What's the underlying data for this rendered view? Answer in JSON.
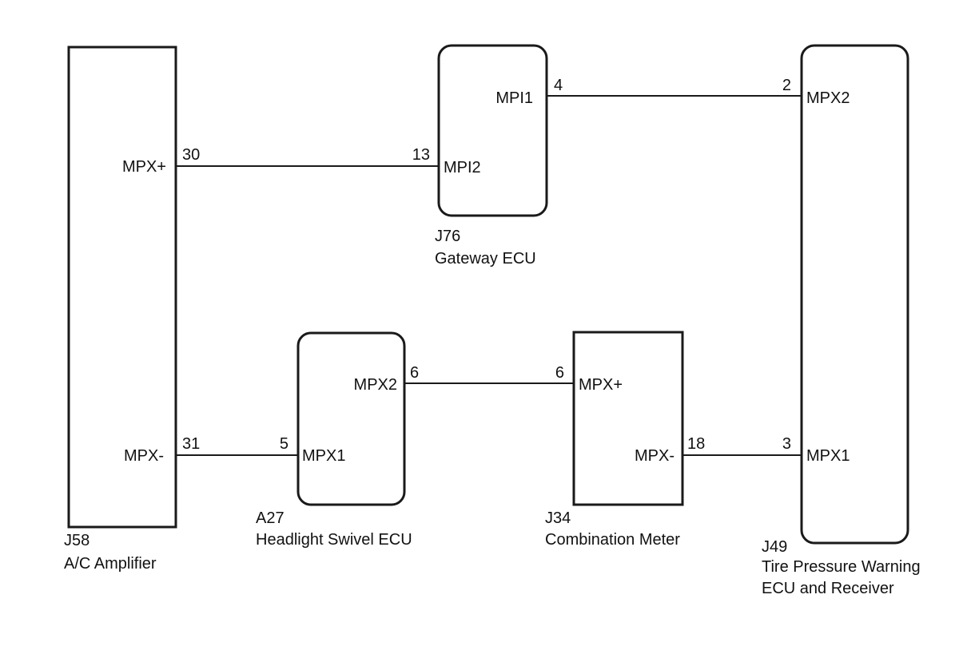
{
  "components": {
    "j58": {
      "code": "J58",
      "name": "A/C Amplifier",
      "pin_mpx_plus": "MPX+",
      "pin_mpx_minus": "MPX-"
    },
    "j76": {
      "code": "J76",
      "name": "Gateway ECU",
      "pin_mpi1": "MPI1",
      "pin_mpi2": "MPI2"
    },
    "j49": {
      "code": "J49",
      "name_line1": "Tire Pressure Warning",
      "name_line2": "ECU and Receiver",
      "pin_mpx2": "MPX2",
      "pin_mpx1": "MPX1"
    },
    "a27": {
      "code": "A27",
      "name": "Headlight Swivel ECU",
      "pin_mpx2": "MPX2",
      "pin_mpx1": "MPX1"
    },
    "j34": {
      "code": "J34",
      "name": "Combination Meter",
      "pin_mpx_plus": "MPX+",
      "pin_mpx_minus": "MPX-"
    }
  },
  "wires": {
    "j58_j76": {
      "from_pin": "30",
      "to_pin": "13"
    },
    "j76_j49": {
      "from_pin": "4",
      "to_pin": "2"
    },
    "j58_a27": {
      "from_pin": "31",
      "to_pin": "5"
    },
    "a27_j34": {
      "from_pin": "6",
      "to_pin": "6"
    },
    "j34_j49": {
      "from_pin": "18",
      "to_pin": "3"
    }
  }
}
